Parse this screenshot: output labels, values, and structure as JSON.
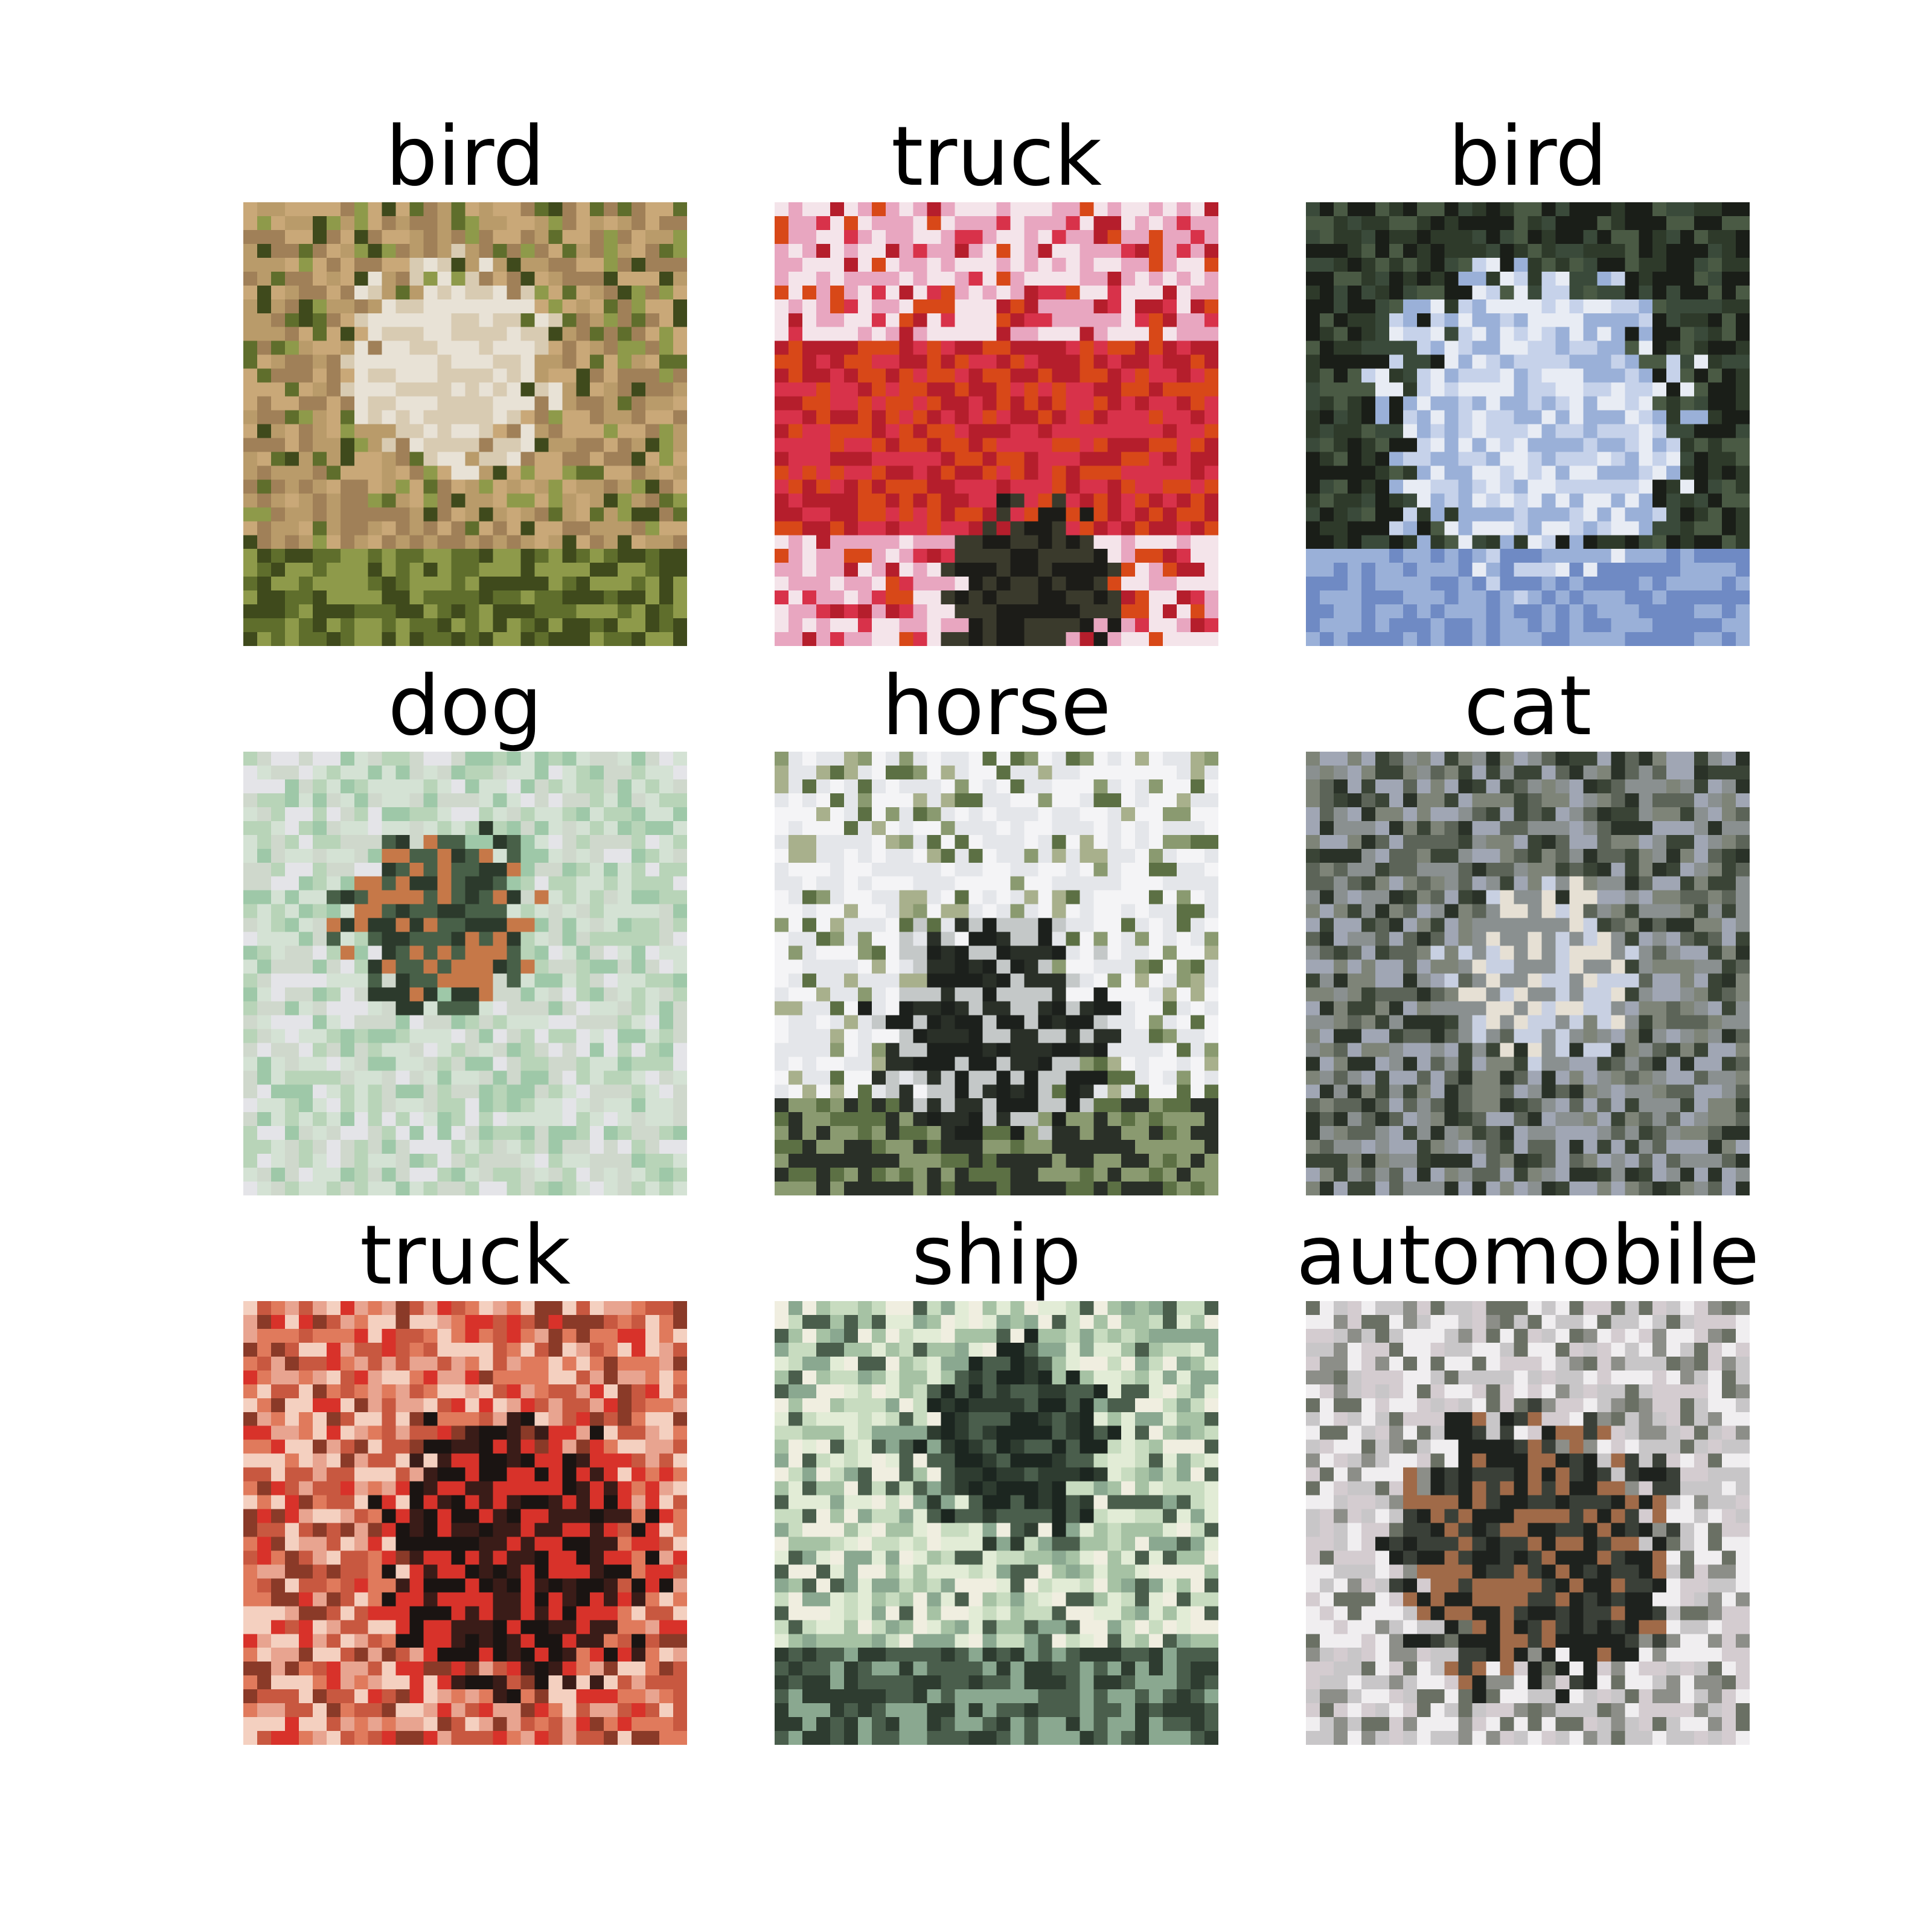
{
  "grid": [
    {
      "label": "bird",
      "scene": "tan grass field with blurry pale bird shape",
      "palette": [
        "#b99b6a",
        "#c9a878",
        "#8e9a4a",
        "#5f6e2c",
        "#d8cbb2",
        "#e8e2d6",
        "#3f4a1c",
        "#a08058"
      ]
    },
    {
      "label": "truck",
      "scene": "red and pink truck with dark wheels",
      "palette": [
        "#d8324a",
        "#e8a6c0",
        "#b51e2c",
        "#d84818",
        "#3a3a2c",
        "#f4e4ea",
        "#6c8a52",
        "#1c1c18"
      ]
    },
    {
      "label": "bird",
      "scene": "white bird against dark green foliage and blue water",
      "palette": [
        "#2e3a2a",
        "#e8ecf4",
        "#c6d2ea",
        "#4a5a44",
        "#6f8ac4",
        "#1a1e18",
        "#9ab0d8",
        "#3a4a3a"
      ]
    },
    {
      "label": "dog",
      "scene": "dark dog shape over pale green and grey background",
      "palette": [
        "#b8d4b8",
        "#d4e2d4",
        "#2c3a2c",
        "#c67848",
        "#9ec8a8",
        "#e4e4e8",
        "#486048",
        "#cfd8cc"
      ]
    },
    {
      "label": "horse",
      "scene": "dark horse shape under white sky with green grass",
      "palette": [
        "#f4f4f6",
        "#e4e6ea",
        "#2a3028",
        "#5c7044",
        "#8a9a70",
        "#1c201c",
        "#a8b08c",
        "#c4c8c8"
      ]
    },
    {
      "label": "cat",
      "scene": "muted grey and green scene with pale center",
      "palette": [
        "#5c6458",
        "#8a9090",
        "#c8d0e2",
        "#3a4436",
        "#e6e0d4",
        "#7e8478",
        "#2a3228",
        "#a0a6b4"
      ]
    },
    {
      "label": "truck",
      "scene": "red and orange truck with dark shadows",
      "palette": [
        "#c85840",
        "#e07a5c",
        "#d8322a",
        "#3a1c18",
        "#e8a490",
        "#8a3a28",
        "#f4d0c0",
        "#1a1412"
      ]
    },
    {
      "label": "ship",
      "scene": "pale green water with dark ship shapes",
      "palette": [
        "#c8dcc0",
        "#e2ecd6",
        "#2e3c30",
        "#a6c2a4",
        "#f0eee0",
        "#4a5e4c",
        "#8aa890",
        "#1c2620"
      ]
    },
    {
      "label": "automobile",
      "scene": "dark car shape with grey and brown tones",
      "palette": [
        "#f0eef0",
        "#3a4038",
        "#6a7064",
        "#a06a48",
        "#c8c6c8",
        "#1e221e",
        "#8c8e88",
        "#d4ccd0"
      ]
    }
  ]
}
